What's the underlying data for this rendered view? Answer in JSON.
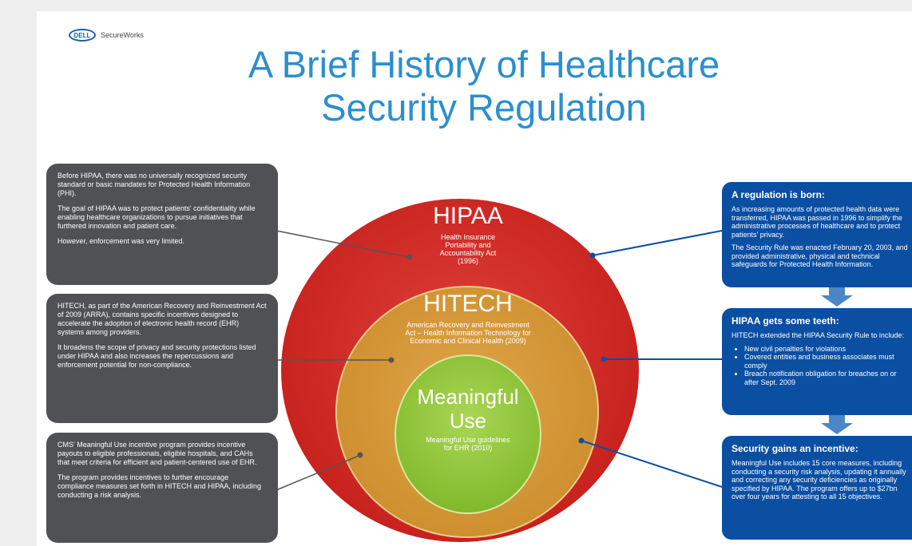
{
  "logo": {
    "badge": "DELL",
    "text": "SecureWorks"
  },
  "title": {
    "line1": "A Brief History of Healthcare",
    "line2": "Security Regulation"
  },
  "left_boxes": [
    {
      "paragraphs": [
        "Before HIPAA, there was no universally recognized security standard or basic mandates for Protected Health Information (PHI).",
        "The goal of HIPAA was to protect patients' confidentiality while enabling healthcare organizations to pursue initiatives that furthered innovation and patient care.",
        "However, enforcement was very limited."
      ]
    },
    {
      "paragraphs": [
        "HITECH, as part of the American Recovery and Reinvestment Act of 2009 (ARRA), contains specific incentives designed to accelerate the adoption of electronic health record (EHR) systems among providers.",
        "It broadens the scope of privacy and security protections listed under HIPAA and also increases the repercussions and enforcement potential for non-compliance."
      ]
    },
    {
      "paragraphs": [
        "CMS' Meaningful Use incentive program provides incentive payouts to eligible professionals, eligible hospitals, and CAHs that meet criteria for efficient and patient-centered use of EHR.",
        "The program provides incentives to further encourage compliance measures set forth in HITECH and HIPAA, including conducting a risk analysis."
      ]
    }
  ],
  "circles": {
    "hipaa": {
      "title": "HIPAA",
      "sub": "Health Insurance Portability and Accountability Act (1996)"
    },
    "hitech": {
      "title": "HITECH",
      "sub": "American Recovery and Reinvestment Act – Health Information Technology for Economic and Clinical Health (2009)"
    },
    "mu": {
      "title_line1": "Meaningful",
      "title_line2": "Use",
      "sub": "Meaningful Use guidelines for EHR (2010)"
    }
  },
  "right_boxes": [
    {
      "heading": "A regulation is born:",
      "paragraphs": [
        "As increasing amounts of protected health data were transferred, HIPAA was passed in 1996 to simplify the administrative processes of healthcare and to protect patients' privacy.",
        "The Security Rule was enacted February 20, 2003, and provided administrative, physical and technical safeguards for Protected Health Information."
      ]
    },
    {
      "heading": "HIPAA gets some teeth:",
      "intro": "HITECH extended the HIPAA Security Rule to include:",
      "bullets": [
        "New civil penalties for violations",
        "Covered entities and business associates must comply",
        "Breach notification obligation for breaches on or after Sept. 2009"
      ]
    },
    {
      "heading": "Security gains an incentive:",
      "paragraphs": [
        "Meaningful Use includes 15 core measures, including conducting a security risk analysis, updating it annually and correcting any security deficiencies as originally specified by HIPAA. The program offers up to $27bn over four years for attesting to all 15 objectives."
      ]
    }
  ],
  "colors": {
    "title": "#2a8fd0",
    "dark_box": "#4f5154",
    "blue_box": "#0b4fa3",
    "hipaa_red": "#c8231f",
    "hitech_orange": "#cd8f2e",
    "mu_green": "#84bb2e"
  }
}
